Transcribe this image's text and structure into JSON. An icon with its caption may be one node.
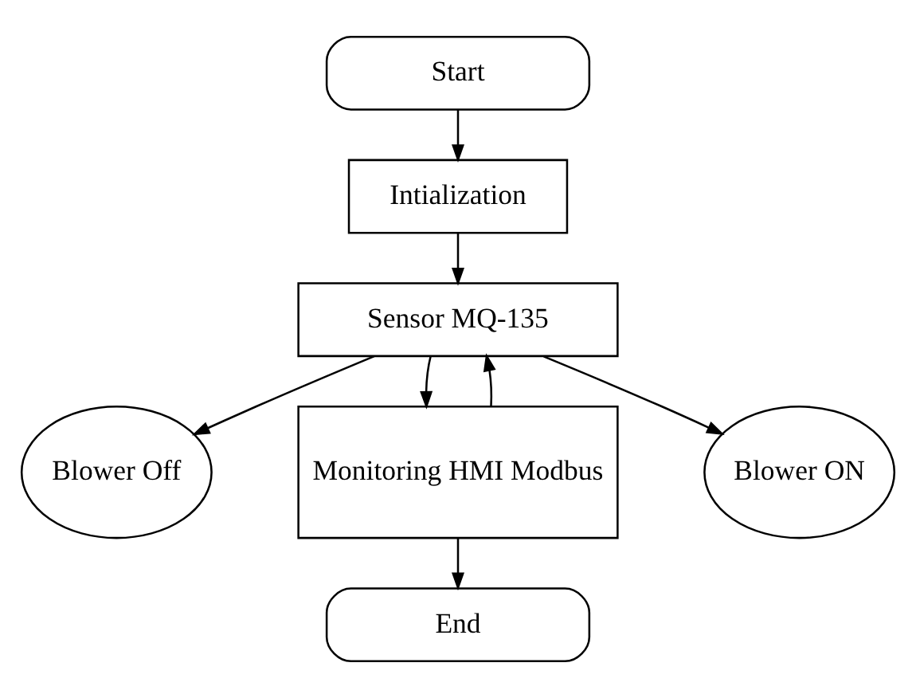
{
  "diagram": {
    "nodes": [
      {
        "text": [
          "Start"
        ]
      },
      {
        "text": [
          "Intialization"
        ]
      },
      {
        "text": [
          "Sensor MQ-135"
        ]
      },
      {
        "text": [
          "Blower Off"
        ]
      },
      {
        "text": [
          "Monitoring HMI Modbus"
        ]
      },
      {
        "text": [
          "Blower ON"
        ]
      },
      {
        "text": [
          "End"
        ]
      }
    ],
    "edges": [
      {
        "from": 0,
        "to": 1,
        "arrow": "to"
      },
      {
        "from": 1,
        "to": 2,
        "arrow": "to"
      },
      {
        "from": 2,
        "to": 3,
        "arrow": "to"
      },
      {
        "from": 2,
        "to": 4,
        "arrow": "to"
      },
      {
        "from": 4,
        "to": 2,
        "arrow": "to"
      },
      {
        "from": 2,
        "to": 5,
        "arrow": "to"
      },
      {
        "from": 4,
        "to": 6,
        "arrow": "to"
      }
    ]
  }
}
